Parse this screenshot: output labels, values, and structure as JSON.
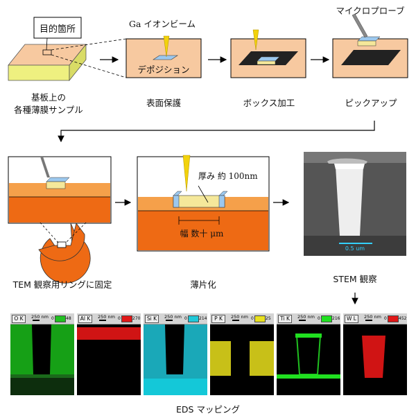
{
  "top_row": {
    "substrate_callout": "目的箇所",
    "substrate_caption_line1": "基板上の",
    "substrate_caption_line2": "各種薄膜サンプル",
    "beam_label": "Ga イオンビーム",
    "deposition_label": "デポジション",
    "step1_caption": "表面保護",
    "step2_caption": "ボックス加工",
    "probe_label": "マイクロプローブ",
    "step3_caption": "ピックアップ"
  },
  "middle_row": {
    "step4_caption": "TEM 観察用リングに固定",
    "thickness_label": "厚み 約 100nm",
    "width_label": "幅 数十 μm",
    "step5_caption": "薄片化",
    "stem_scale_label": "0.5 um",
    "step6_caption": "STEM 観察"
  },
  "eds": {
    "caption": "EDS マッピング",
    "panels": [
      {
        "element": "O K",
        "scale": "250 nm",
        "zero": "0",
        "max": "48",
        "color": "#22c022"
      },
      {
        "element": "Al K",
        "scale": "250 nm",
        "zero": "0",
        "max": "270",
        "color": "#e01818"
      },
      {
        "element": "Si K",
        "scale": "250 nm",
        "zero": "0",
        "max": "214",
        "color": "#20c8d8"
      },
      {
        "element": "P K",
        "scale": "250 nm",
        "zero": "0",
        "max": "25",
        "color": "#e8e020"
      },
      {
        "element": "Ti K",
        "scale": "250 nm",
        "zero": "0",
        "max": "216",
        "color": "#20e020"
      },
      {
        "element": "W L",
        "scale": "250 nm",
        "zero": "0",
        "max": "452",
        "color": "#e01818"
      }
    ]
  },
  "colors": {
    "substrate_top": "#f7c9a0",
    "substrate_side": "#eef080",
    "film_light": "#f5a04a",
    "film_dark": "#ee6a14",
    "beam": "#f2d20c"
  }
}
